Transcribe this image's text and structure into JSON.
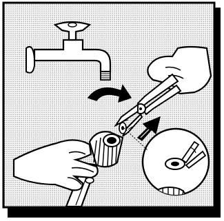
{
  "illustration": {
    "kind": "instruction-line-drawing",
    "background_pattern": "halftone-dots",
    "colors": {
      "ink": "#000000",
      "paper": "#ffffff",
      "halftone": "#bdbdbd"
    },
    "elements": [
      "wall-faucet",
      "threaded-spout",
      "rotate-arrow",
      "pliers",
      "hose-coupling",
      "push-arrow",
      "washer-detail-circle",
      "hands"
    ]
  }
}
